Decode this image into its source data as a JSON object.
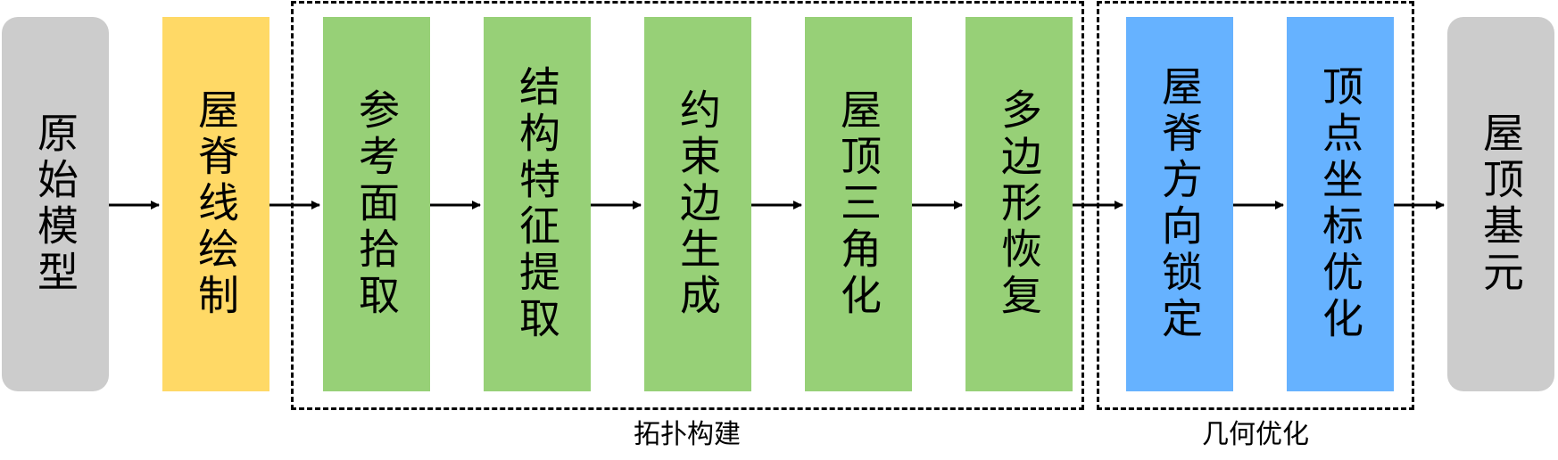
{
  "boxes": [
    {
      "text": "原始模型"
    },
    {
      "text": "屋脊线绘制"
    },
    {
      "text": "参考面拾取"
    },
    {
      "text": "结构特征提取"
    },
    {
      "text": "约束边生成"
    },
    {
      "text": "屋顶三角化"
    },
    {
      "text": "多边形恢复"
    },
    {
      "text": "屋脊方向锁定"
    },
    {
      "text": "顶点坐标优化"
    },
    {
      "text": "屋顶基元"
    }
  ],
  "groups": [
    {
      "label": "拓扑构建"
    },
    {
      "label": "几何优化"
    }
  ],
  "colors": {
    "gray": "#cccccc",
    "yellow": "#ffd966",
    "green": "#97d077",
    "blue": "#66b2ff"
  }
}
